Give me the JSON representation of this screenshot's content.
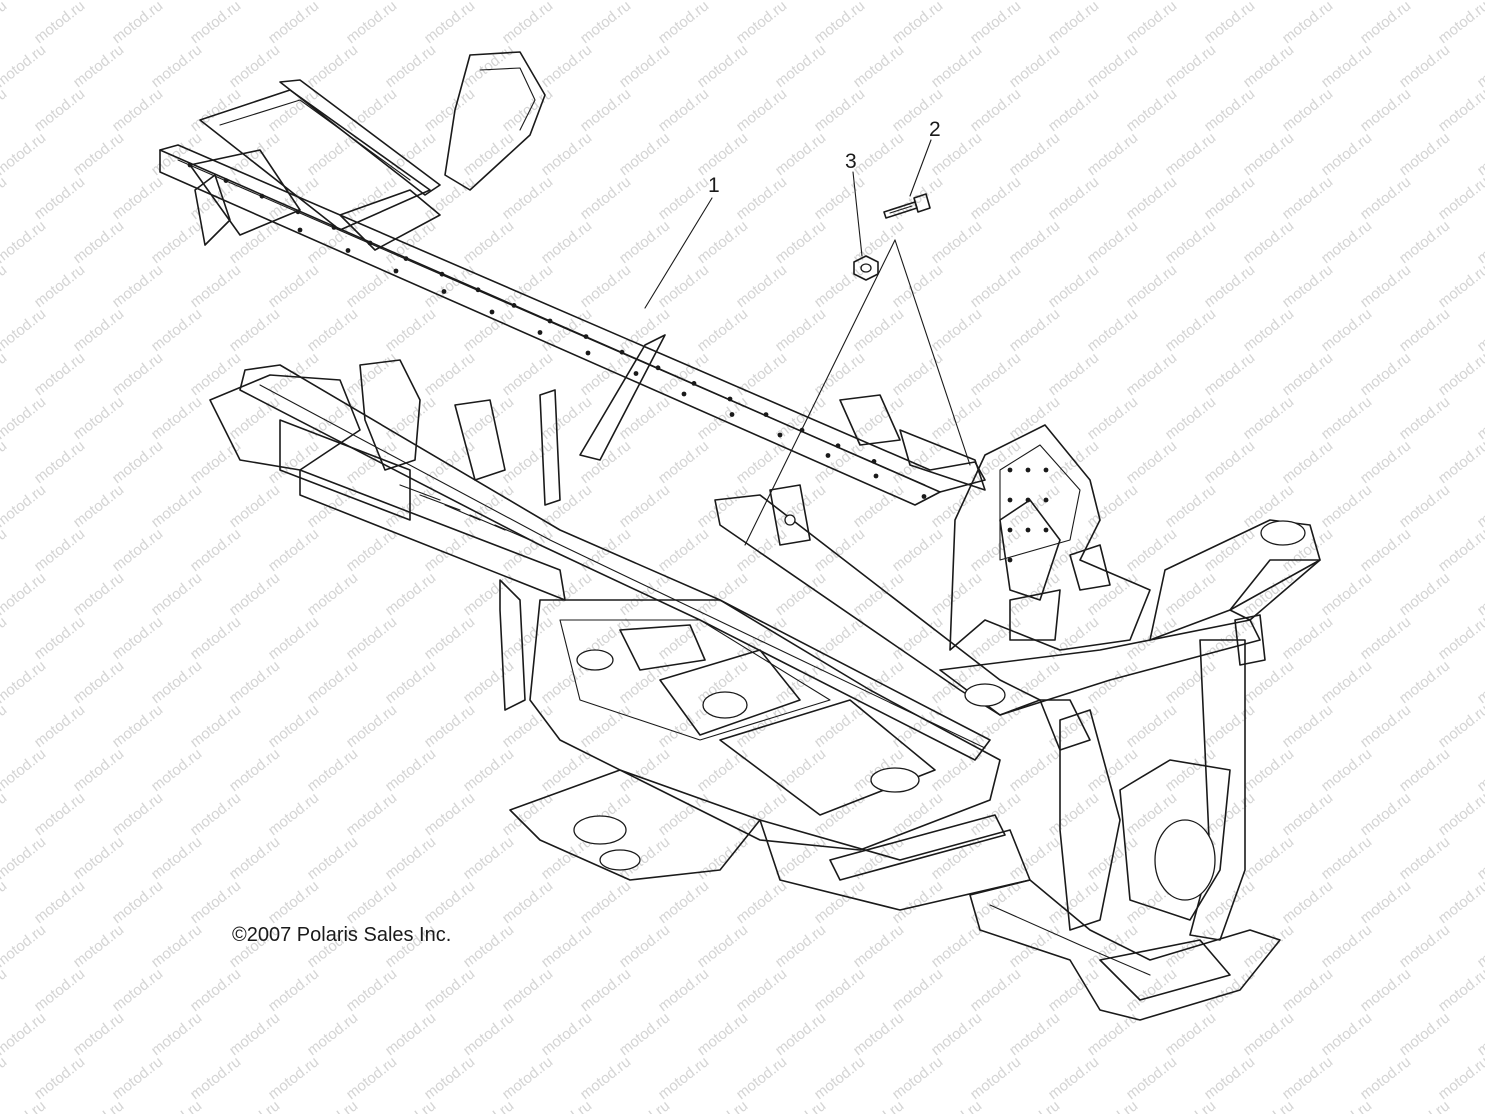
{
  "callouts": [
    {
      "label": "1",
      "part": "frame"
    },
    {
      "label": "2",
      "part": "bolt"
    },
    {
      "label": "3",
      "part": "nut"
    }
  ],
  "copyright": "©2007 Polaris Sales Inc.",
  "watermark": "motod.ru"
}
